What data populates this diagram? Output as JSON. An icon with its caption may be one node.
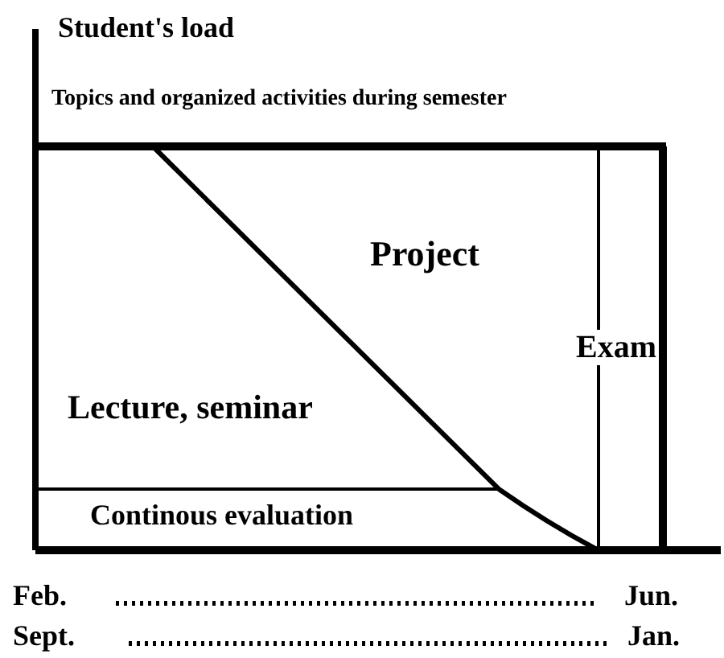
{
  "diagram": {
    "labels": [
      "Student's load",
      "Topics and organized activities during semester",
      "Project",
      "Exam",
      "Lecture, seminar",
      "Continous evaluation",
      "Feb.",
      "Jun.",
      "Sept.",
      "Jan."
    ]
  }
}
